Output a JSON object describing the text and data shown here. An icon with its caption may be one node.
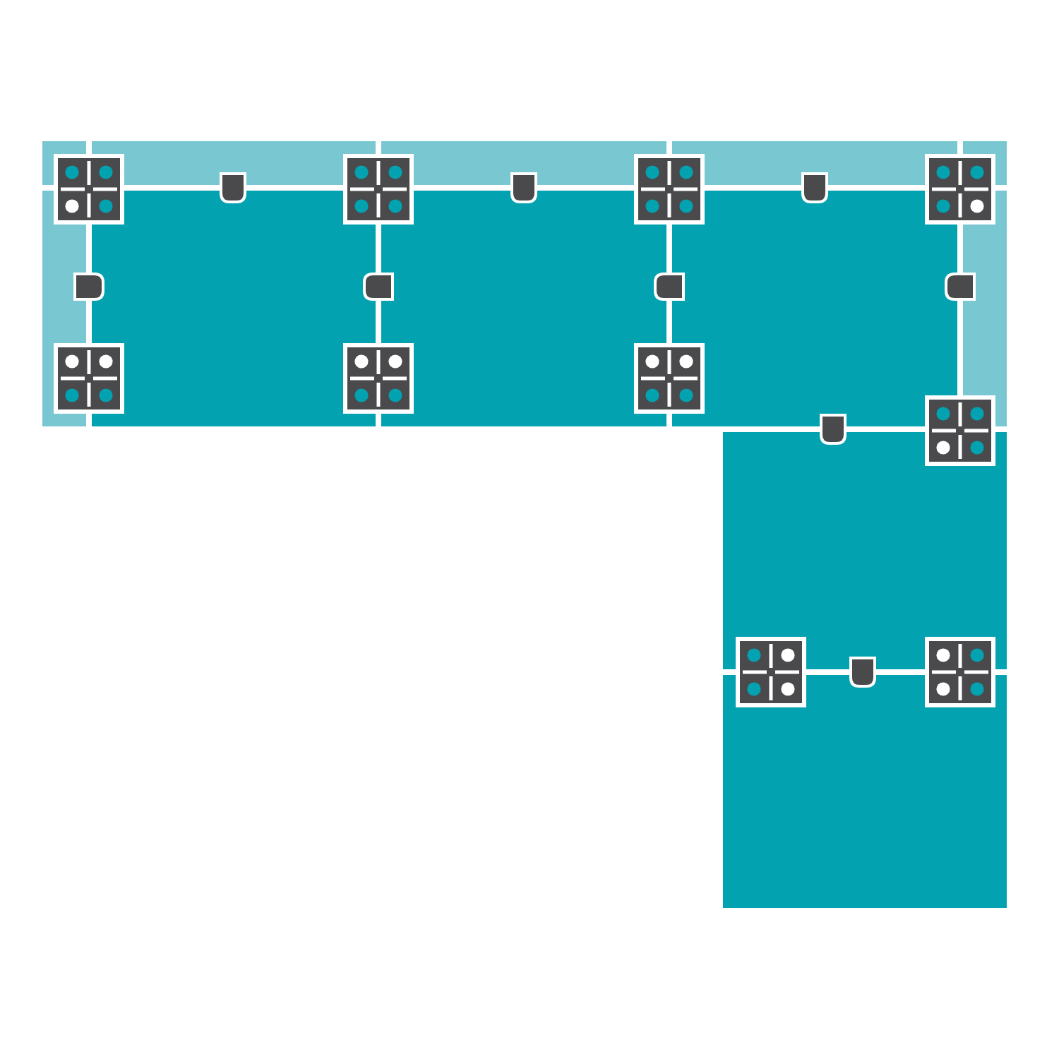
{
  "diagram": {
    "nodes": [
      {
        "text": [],
        "shape": "bar"
      },
      {
        "text": [],
        "shape": "bar"
      },
      {
        "text": [],
        "shape": "bar"
      },
      {
        "text": [],
        "shape": "bar"
      },
      {
        "text": [],
        "shape": "bar"
      },
      {
        "text": [],
        "shape": "bar"
      },
      {
        "text": [],
        "shape": "box"
      },
      {
        "text": [],
        "shape": "box"
      },
      {
        "text": [],
        "shape": "box"
      },
      {
        "text": [],
        "shape": "bar"
      },
      {
        "text": [],
        "shape": "box"
      },
      {
        "text": [],
        "shape": "box"
      }
    ]
  }
}
